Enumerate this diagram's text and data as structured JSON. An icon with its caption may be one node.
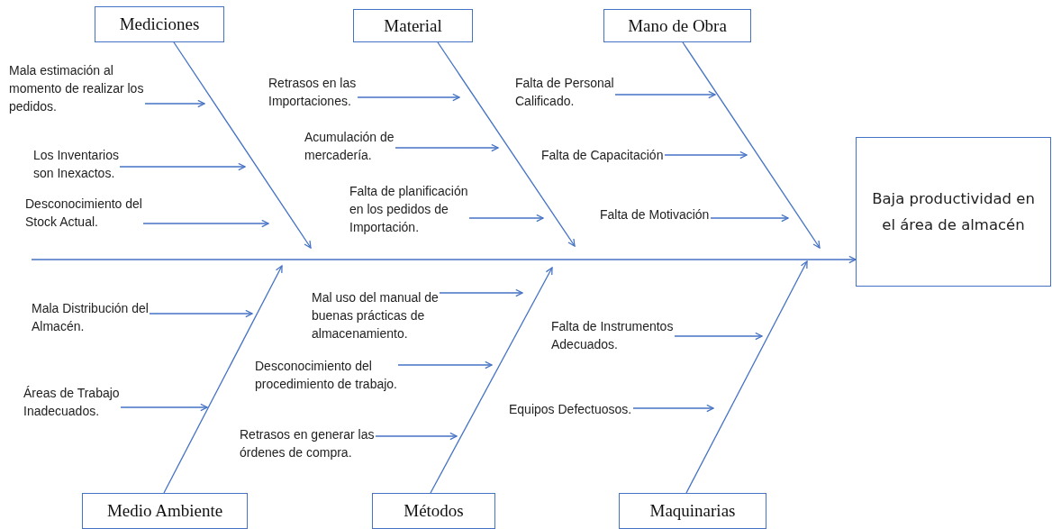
{
  "diagram": {
    "nodes": [
      {
        "text": [
          "Mediciones"
        ]
      },
      {
        "text": [
          "Material"
        ]
      },
      {
        "text": [
          "Mano de Obra"
        ]
      },
      {
        "text": [
          "Mala estimación al momento de realizar los pedidos."
        ]
      },
      {
        "text": [
          "Los Inventarios son Inexactos."
        ]
      },
      {
        "text": [
          "Desconocimiento del Stock Actual."
        ]
      },
      {
        "text": [
          "Retrasos en las Importaciones."
        ]
      },
      {
        "text": [
          "Acumulación de mercadería."
        ]
      },
      {
        "text": [
          "Falta de planificación en los pedidos de Importación."
        ]
      },
      {
        "text": [
          "Falta de Personal Calificado."
        ]
      },
      {
        "text": [
          "Falta de Capacitación"
        ]
      },
      {
        "text": [
          "Falta de Motivación"
        ]
      },
      {
        "text": [
          "Baja productividad en el área de almacén"
        ]
      },
      {
        "text": [
          "Medio Ambiente"
        ]
      },
      {
        "text": [
          "Métodos"
        ]
      },
      {
        "text": [
          "Maquinarias"
        ]
      },
      {
        "text": [
          "Mala Distribución del Almacén."
        ]
      },
      {
        "text": [
          "Áreas de Trabajo Inadecuados."
        ]
      },
      {
        "text": [
          "Mal uso del manual de buenas prácticas de almacenamiento."
        ]
      },
      {
        "text": [
          "Desconocimiento del procedimiento de trabajo."
        ]
      },
      {
        "text": [
          "Retrasos en generar las órdenes de compra."
        ]
      },
      {
        "text": [
          "Falta de Instrumentos Adecuados."
        ]
      },
      {
        "text": [
          "Equipos Defectuosos."
        ]
      }
    ],
    "edges": [
      {
        "from": null,
        "to": 12,
        "arrow": "to"
      },
      {
        "from": 0,
        "to": null,
        "arrow": "to"
      },
      {
        "from": 1,
        "to": null,
        "arrow": "to"
      },
      {
        "from": 2,
        "to": null,
        "arrow": "to"
      },
      {
        "from": 13,
        "to": null,
        "arrow": "to"
      },
      {
        "from": 14,
        "to": null,
        "arrow": "to"
      },
      {
        "from": 15,
        "to": null,
        "arrow": "to"
      },
      {
        "from": 3,
        "to": null,
        "arrow": "to"
      },
      {
        "from": 4,
        "to": null,
        "arrow": "to"
      },
      {
        "from": 5,
        "to": null,
        "arrow": "to"
      },
      {
        "from": 6,
        "to": null,
        "arrow": "to"
      },
      {
        "from": 7,
        "to": null,
        "arrow": "to"
      },
      {
        "from": 8,
        "to": null,
        "arrow": "to"
      },
      {
        "from": 9,
        "to": null,
        "arrow": "to"
      },
      {
        "from": 10,
        "to": null,
        "arrow": "to"
      },
      {
        "from": 11,
        "to": null,
        "arrow": "to"
      },
      {
        "from": 16,
        "to": null,
        "arrow": "to"
      },
      {
        "from": 17,
        "to": null,
        "arrow": "to"
      },
      {
        "from": 18,
        "to": null,
        "arrow": "to"
      },
      {
        "from": 19,
        "to": null,
        "arrow": "to"
      },
      {
        "from": 20,
        "to": null,
        "arrow": "to"
      },
      {
        "from": 21,
        "to": null,
        "arrow": "to"
      },
      {
        "from": 22,
        "to": null,
        "arrow": "to"
      }
    ]
  }
}
